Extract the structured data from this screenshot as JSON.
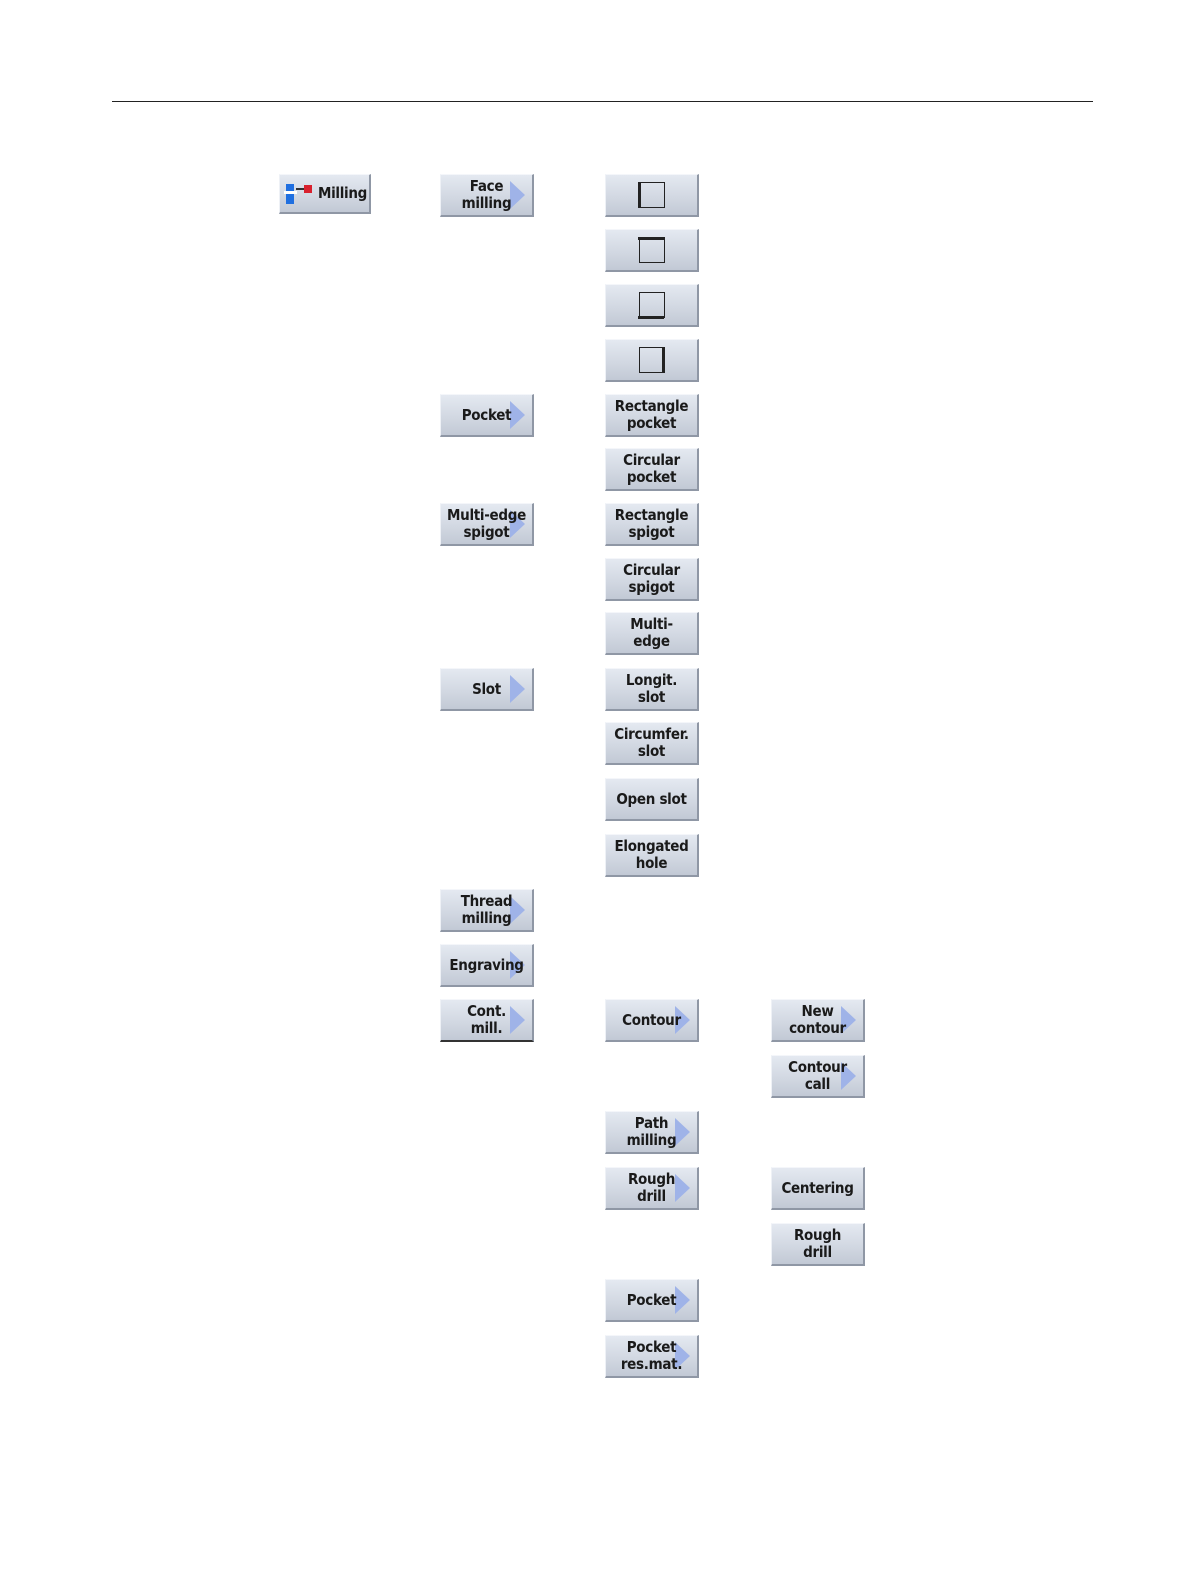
{
  "level1": {
    "milling": "Milling"
  },
  "level2": {
    "face_milling": "Face\nmilling",
    "pocket": "Pocket",
    "multi_edge_spigot": "Multi-edge\nspigot",
    "slot": "Slot",
    "thread_milling": "Thread\nmilling",
    "engraving": "Engraving",
    "cont_mill": "Cont.\nmill."
  },
  "level3": {
    "face_icons": [
      "face-left-icon",
      "face-top-icon",
      "face-bottom-icon",
      "face-right-icon"
    ],
    "rectangle_pocket": "Rectangle\npocket",
    "circular_pocket": "Circular\npocket",
    "rectangle_spigot": "Rectangle\nspigot",
    "circular_spigot": "Circular\nspigot",
    "multi_edge": "Multi-\nedge",
    "longit_slot": "Longit.\nslot",
    "circumfer_slot": "Circumfer.\nslot",
    "open_slot": "Open slot",
    "elongated_hole": "Elongated\nhole",
    "contour": "Contour",
    "path_milling": "Path\nmilling",
    "rough_drill": "Rough\ndrill",
    "pocket": "Pocket",
    "pocket_res_mat": "Pocket\nres.mat."
  },
  "level4": {
    "new_contour": "New\ncontour",
    "contour_call": "Contour\ncall",
    "centering": "Centering",
    "rough_drill": "Rough\ndrill"
  },
  "colors": {
    "softkey_bg": "#d2d8e2",
    "arrow": "#9fb3e8",
    "icon_blue": "#1f6fe0",
    "icon_red": "#d8212e"
  }
}
